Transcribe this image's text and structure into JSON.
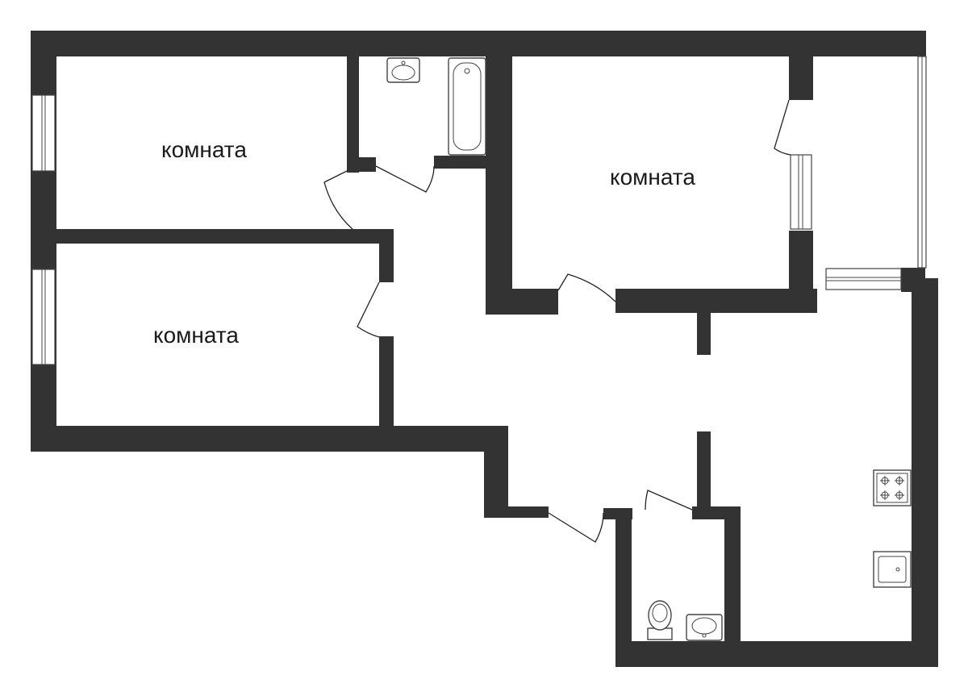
{
  "rooms": [
    {
      "label": "комната"
    },
    {
      "label": "комната"
    },
    {
      "label": "комната"
    }
  ],
  "colors": {
    "wall": "#333333",
    "background": "#ffffff",
    "line": "#444444"
  },
  "icons": [
    "sink-icon",
    "bathtub-icon",
    "stove-icon",
    "kitchen-sink-icon",
    "toilet-icon",
    "door-swing-icon",
    "window-icon"
  ]
}
